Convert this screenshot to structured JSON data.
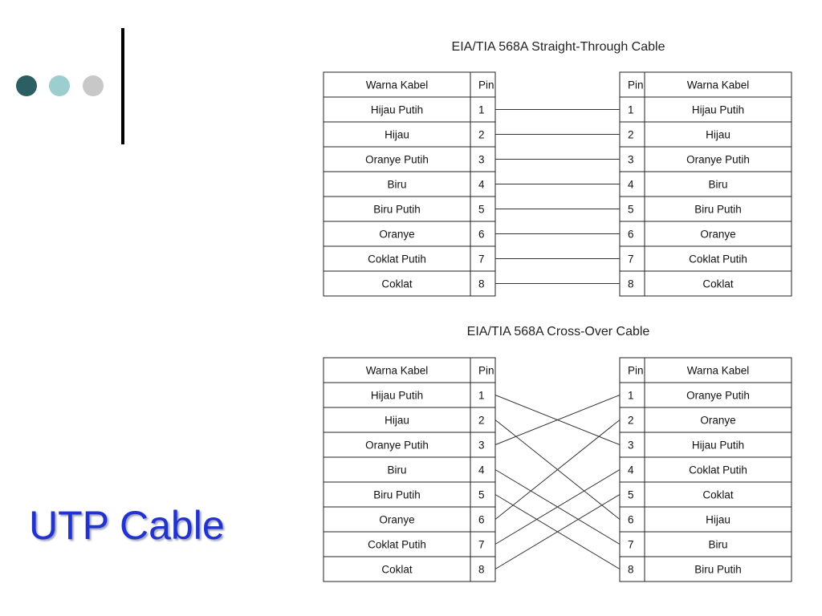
{
  "slide": {
    "title": "UTP Cable",
    "dot_colors": [
      "#2c5f63",
      "#9ccdcf",
      "#c8c8c8"
    ],
    "title_color": "#2233cc"
  },
  "straight": {
    "title": "EIA/TIA 568A Straight-Through Cable",
    "headers": {
      "color": "Warna Kabel",
      "pin": "Pin"
    },
    "left": [
      {
        "color": "Hijau Putih",
        "pin": "1"
      },
      {
        "color": "Hijau",
        "pin": "2"
      },
      {
        "color": "Oranye Putih",
        "pin": "3"
      },
      {
        "color": "Biru",
        "pin": "4"
      },
      {
        "color": "Biru Putih",
        "pin": "5"
      },
      {
        "color": "Oranye",
        "pin": "6"
      },
      {
        "color": "Coklat Putih",
        "pin": "7"
      },
      {
        "color": "Coklat",
        "pin": "8"
      }
    ],
    "right": [
      {
        "pin": "1",
        "color": "Hijau Putih"
      },
      {
        "pin": "2",
        "color": "Hijau"
      },
      {
        "pin": "3",
        "color": "Oranye Putih"
      },
      {
        "pin": "4",
        "color": "Biru"
      },
      {
        "pin": "5",
        "color": "Biru Putih"
      },
      {
        "pin": "6",
        "color": "Oranye"
      },
      {
        "pin": "7",
        "color": "Coklat Putih"
      },
      {
        "pin": "8",
        "color": "Coklat"
      }
    ],
    "wires": [
      [
        1,
        1
      ],
      [
        2,
        2
      ],
      [
        3,
        3
      ],
      [
        4,
        4
      ],
      [
        5,
        5
      ],
      [
        6,
        6
      ],
      [
        7,
        7
      ],
      [
        8,
        8
      ]
    ]
  },
  "cross": {
    "title": "EIA/TIA 568A Cross-Over Cable",
    "headers": {
      "color": "Warna Kabel",
      "pin": "Pin"
    },
    "left": [
      {
        "color": "Hijau Putih",
        "pin": "1"
      },
      {
        "color": "Hijau",
        "pin": "2"
      },
      {
        "color": "Oranye Putih",
        "pin": "3"
      },
      {
        "color": "Biru",
        "pin": "4"
      },
      {
        "color": "Biru Putih",
        "pin": "5"
      },
      {
        "color": "Oranye",
        "pin": "6"
      },
      {
        "color": "Coklat Putih",
        "pin": "7"
      },
      {
        "color": "Coklat",
        "pin": "8"
      }
    ],
    "right": [
      {
        "pin": "1",
        "color": "Oranye Putih"
      },
      {
        "pin": "2",
        "color": "Oranye"
      },
      {
        "pin": "3",
        "color": "Hijau Putih"
      },
      {
        "pin": "4",
        "color": "Coklat Putih"
      },
      {
        "pin": "5",
        "color": "Coklat"
      },
      {
        "pin": "6",
        "color": "Hijau"
      },
      {
        "pin": "7",
        "color": "Biru"
      },
      {
        "pin": "8",
        "color": "Biru Putih"
      }
    ],
    "wires": [
      [
        1,
        3
      ],
      [
        2,
        6
      ],
      [
        3,
        1
      ],
      [
        4,
        7
      ],
      [
        5,
        8
      ],
      [
        6,
        2
      ],
      [
        7,
        4
      ],
      [
        8,
        5
      ]
    ]
  }
}
